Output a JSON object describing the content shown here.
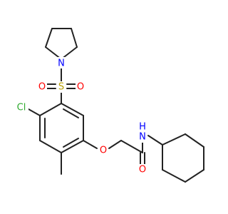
{
  "molecule": {
    "colors": {
      "bond": "#222222",
      "O": "#ff0000",
      "N": "#0000ff",
      "S": "#b8a000",
      "Cl": "#2eaa2e"
    },
    "atoms": {
      "N_pyrrolidine": {
        "text": "N",
        "color": "N"
      },
      "S_sulfonyl": {
        "text": "S",
        "color": "S"
      },
      "O_sulfonyl_left": {
        "text": "O",
        "color": "O"
      },
      "O_sulfonyl_right": {
        "text": "O",
        "color": "O"
      },
      "Cl": {
        "text": "Cl",
        "color": "Cl"
      },
      "O_ether": {
        "text": "O",
        "color": "O"
      },
      "O_carbonyl": {
        "text": "O",
        "color": "O"
      },
      "N_amide": {
        "text": "N",
        "color": "N"
      },
      "H_amide": {
        "text": "H",
        "color": "N"
      }
    }
  }
}
